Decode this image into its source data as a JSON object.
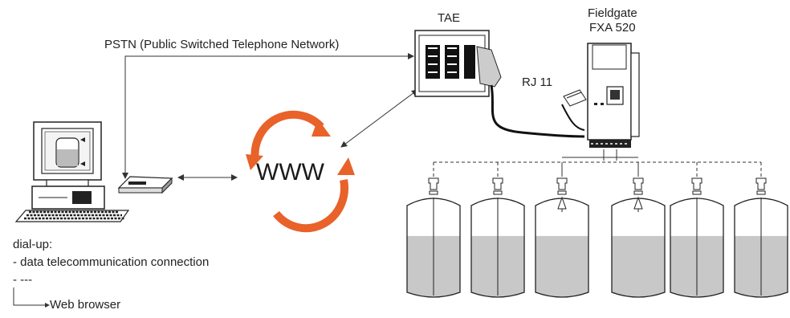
{
  "labels": {
    "pstn": "PSTN (Public Switched Telephone Network)",
    "tae": "TAE",
    "fieldgate_line1": "Fieldgate",
    "fieldgate_line2": "FXA 520",
    "rj11": "RJ 11",
    "www": "WWW",
    "dialup": "dial-up:",
    "dialup_item1": "- data telecommunication connection",
    "dialup_item2": "- ---",
    "web_browser": "Web browser"
  },
  "colors": {
    "arrow_orange": "#e8622a",
    "tank_fill": "#c8c8c8",
    "line": "#333333"
  },
  "tanks": [
    {
      "level": 0.62,
      "sensor": "radar"
    },
    {
      "level": 0.62,
      "sensor": "radar"
    },
    {
      "level": 0.62,
      "sensor": "horn"
    },
    {
      "level": 0.62,
      "sensor": "horn"
    },
    {
      "level": 0.62,
      "sensor": "radar"
    },
    {
      "level": 0.62,
      "sensor": "radar"
    }
  ]
}
